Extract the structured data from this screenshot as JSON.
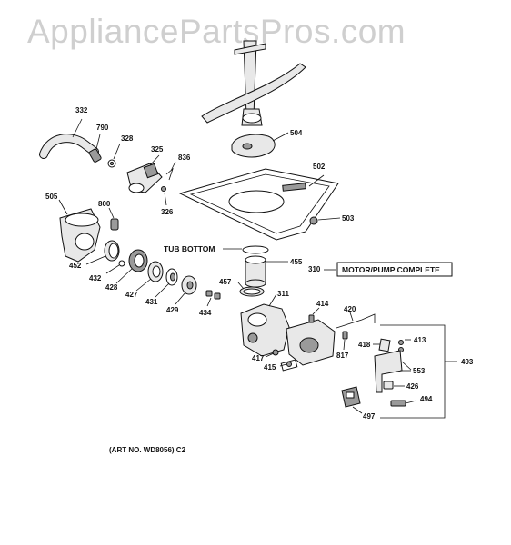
{
  "watermark": "AppliancePartsPros.com",
  "callouts": {
    "p332": "332",
    "p790": "790",
    "p328": "328",
    "p325": "325",
    "p836": "836",
    "p326": "326",
    "p504": "504",
    "p502": "502",
    "p503": "503",
    "p505": "505",
    "p800": "800",
    "p455": "455",
    "p457": "457",
    "p452": "452",
    "p432": "432",
    "p428": "428",
    "p427": "427",
    "p431": "431",
    "p429": "429",
    "p434": "434",
    "p311": "311",
    "p310": "310",
    "p414": "414",
    "p420": "420",
    "p417": "417",
    "p415": "415",
    "p817": "817",
    "p418": "418",
    "p413": "413",
    "p553": "553",
    "p493": "493",
    "p426": "426",
    "p494": "494",
    "p497": "497"
  },
  "tub_bottom": "TUB BOTTOM",
  "motor_pump_box": "MOTOR/PUMP COMPLETE",
  "art_no": "(ART NO. WD8056) C2"
}
